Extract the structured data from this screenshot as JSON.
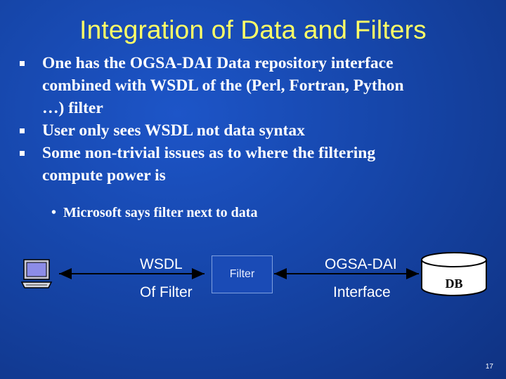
{
  "slide": {
    "title": "Integration of Data and Filters",
    "bullets": [
      {
        "line1": "One has the OGSA-DAI Data repository interface",
        "line2": "combined with WSDL of the (Perl, Fortran, Python",
        "line3": "…) filter"
      },
      {
        "line1": "User only sees WSDL not data syntax"
      },
      {
        "line1": "Some non-trivial issues as to where the filtering",
        "line2": "compute power is"
      }
    ],
    "sub_bullet_marker": "•",
    "sub_bullet": "Microsoft says filter next to data",
    "diagram": {
      "wsdl": "WSDL",
      "of_filter": "Of Filter",
      "filter": "Filter",
      "ogsa_dai": "OGSA-DAI",
      "interface": "Interface",
      "db": "DB",
      "computer_icon": "computer-icon",
      "database_icon": "database-icon"
    },
    "page_number": "17"
  }
}
